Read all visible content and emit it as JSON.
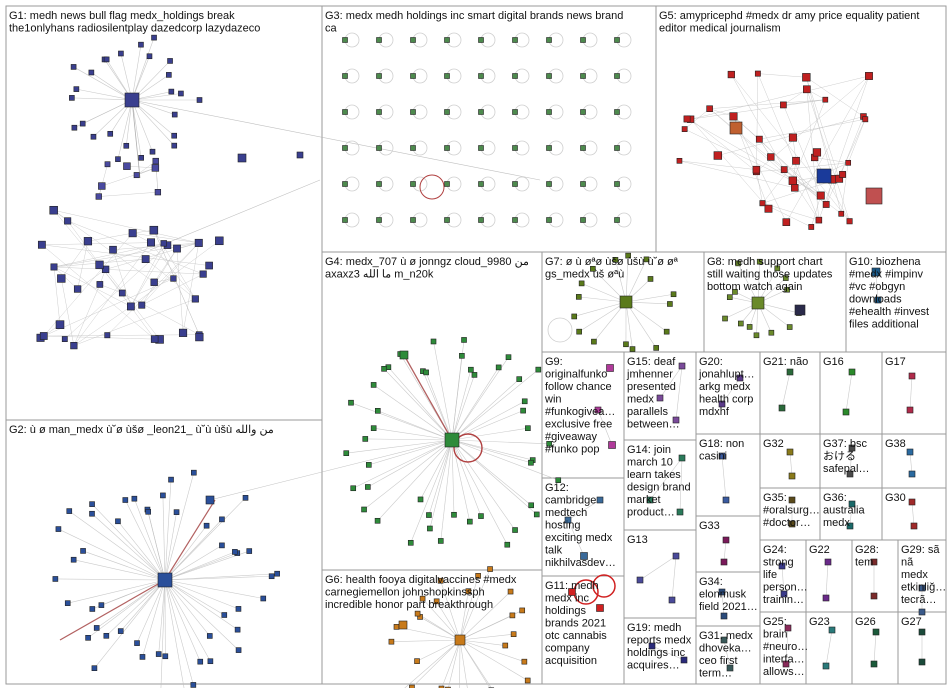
{
  "graph": {
    "groups": [
      {
        "id": "G1",
        "lines": [
          "G1: medh news bull flag medx_holdings break",
          "the1onlyhans radiosilentplay dazedcorp lazydazeco"
        ],
        "color": "#3a3f8f"
      },
      {
        "id": "G2",
        "lines": [
          "G2: ù ø man_medx ù˘ø ùšø _leon21_ ù˘ù ùšù من والله"
        ],
        "color": "#2a4f9a"
      },
      {
        "id": "G3",
        "lines": [
          "G3: medx medh holdings inc smart digital brands news brand",
          "ca"
        ],
        "color": "#4d8a4d"
      },
      {
        "id": "G4",
        "lines": [
          "G4: medx_707 ù ø jonngz cloud_9980 من",
          "axaxz3 ما الله m_n20k"
        ],
        "color": "#2e8b3a"
      },
      {
        "id": "G5",
        "lines": [
          "G5: amypricephd #medx dr amy price equality patient",
          "editor medical journalism"
        ],
        "color": "#c02020"
      },
      {
        "id": "G6",
        "lines": [
          "G6: health fooya digitalvaccines #medx",
          "carnegiemellon johnshopkinssph",
          "incredible honor part breakthrough"
        ],
        "color": "#c87a1a"
      },
      {
        "id": "G7",
        "lines": [
          "G7: ø ù øªø ùšø ùšù ù˘ø øª",
          "gs_medx ùš øªù"
        ],
        "color": "#5a7a1a"
      },
      {
        "id": "G8",
        "lines": [
          "G8: medh support chart",
          "still waiting those updates",
          "bottom watch again"
        ],
        "color": "#6a8a2a"
      },
      {
        "id": "G9",
        "lines": [
          "G9:",
          "originalfunko",
          "follow chance",
          "win",
          "#funkogivea…",
          "exclusive free",
          "#giveaway",
          "#funko pop"
        ],
        "color": "#b03a9a"
      },
      {
        "id": "G10",
        "lines": [
          "G10: biozhena",
          "#medx #impinv",
          "#vc #obgyn",
          "downloads",
          "#ehealth #invest",
          "files additional"
        ],
        "color": "#1a5a8a"
      },
      {
        "id": "G11",
        "lines": [
          "G11: medh",
          "medx inc",
          "holdings",
          "brands 2021",
          "otc cannabis",
          "company",
          "acquisition"
        ],
        "color": "#d02020"
      },
      {
        "id": "G12",
        "lines": [
          "G12:",
          "cambridge",
          "medtech",
          "hosting",
          "exciting medx",
          "talk",
          "nikhilvasdev…"
        ],
        "color": "#3a6a9a"
      },
      {
        "id": "G13",
        "lines": [
          "G13"
        ],
        "color": "#4a4a9a"
      },
      {
        "id": "G14",
        "lines": [
          "G14: join",
          "march 10",
          "learn takes",
          "design brand",
          "market",
          "product…"
        ],
        "color": "#2a7a5a"
      },
      {
        "id": "G15",
        "lines": [
          "G15: deaf",
          "jmhenner",
          "presented",
          "medx",
          "parallels",
          "between…"
        ],
        "color": "#7a4a9a"
      },
      {
        "id": "G16",
        "lines": [
          "G16"
        ],
        "color": "#2a8a2a"
      },
      {
        "id": "G17",
        "lines": [
          "G17"
        ],
        "color": "#b02a4a"
      },
      {
        "id": "G18",
        "lines": [
          "G18: non",
          "casini"
        ],
        "color": "#3a5aa0"
      },
      {
        "id": "G19",
        "lines": [
          "G19: medh",
          "reports medx",
          "holdings inc",
          "acquires…"
        ],
        "color": "#2a2a7a"
      },
      {
        "id": "G20",
        "lines": [
          "G20:",
          "jonahlupt…",
          "arkg medx",
          "health corp",
          "mdxhf"
        ],
        "color": "#5a3a8a"
      },
      {
        "id": "G21",
        "lines": [
          "G21: não"
        ],
        "color": "#2a6a3a"
      },
      {
        "id": "G22",
        "lines": [
          "G22"
        ],
        "color": "#6a2a8a"
      },
      {
        "id": "G23",
        "lines": [
          "G23"
        ],
        "color": "#2a7a7a"
      },
      {
        "id": "G24",
        "lines": [
          "G24:",
          "strong",
          "life",
          "person…",
          "trainin…"
        ],
        "color": "#3a3a8a"
      },
      {
        "id": "G25",
        "lines": [
          "G25:",
          "brain",
          "#neuro…",
          "interfa…",
          "allows…"
        ],
        "color": "#8a2a5a"
      },
      {
        "id": "G26",
        "lines": [
          "G26"
        ],
        "color": "#1a5a3a"
      },
      {
        "id": "G27",
        "lines": [
          "G27"
        ],
        "color": "#1a4a3a"
      },
      {
        "id": "G28",
        "lines": [
          "G28:",
          "tem"
        ],
        "color": "#7a2a2a"
      },
      {
        "id": "G29",
        "lines": [
          "G29: sã",
          "nã",
          "medx",
          "etkinliğ…",
          "tecrã…"
        ],
        "color": "#3a5a8a"
      },
      {
        "id": "G30",
        "lines": [
          "G30"
        ],
        "color": "#a02a2a"
      },
      {
        "id": "G31",
        "lines": [
          "G31: medx",
          "dhoveka…",
          "ceo first",
          "term…"
        ],
        "color": "#3a5a5a"
      },
      {
        "id": "G32",
        "lines": [
          "G32"
        ],
        "color": "#8a7a1a"
      },
      {
        "id": "G33",
        "lines": [
          "G33"
        ],
        "color": "#7a1a5a"
      },
      {
        "id": "G34",
        "lines": [
          "G34:",
          "elonmusk",
          "field 2021…"
        ],
        "color": "#2a4a7a"
      },
      {
        "id": "G35",
        "lines": [
          "G35:",
          "#oralsurg…",
          "#doctor…"
        ],
        "color": "#5a4a1a"
      },
      {
        "id": "G36",
        "lines": [
          "G36:",
          "australia",
          "medx"
        ],
        "color": "#1a6a6a"
      },
      {
        "id": "G37",
        "lines": [
          "G37: bsc",
          "おける",
          "safepal…"
        ],
        "color": "#4a4a4a"
      },
      {
        "id": "G38",
        "lines": [
          "G38"
        ],
        "color": "#2a6aa0"
      }
    ]
  }
}
